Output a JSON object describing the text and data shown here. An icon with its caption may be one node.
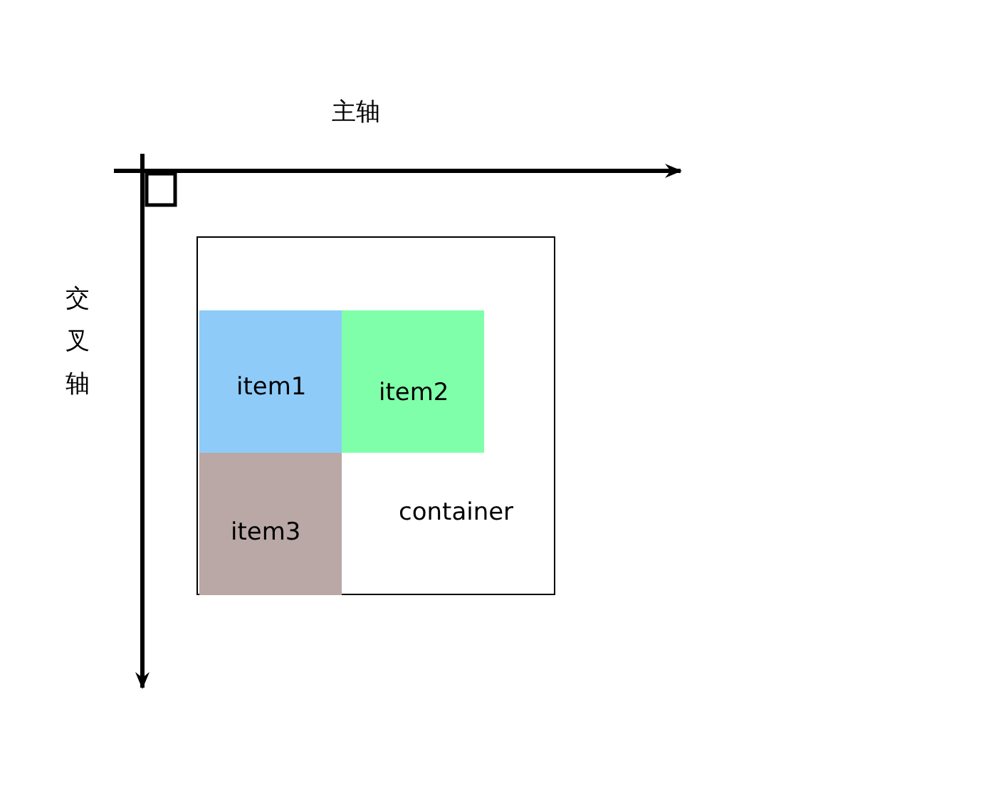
{
  "diagram": {
    "nodes": [
      {
        "text": [
          "container"
        ]
      },
      {
        "text": [
          "item1"
        ],
        "in": 0
      },
      {
        "text": [
          "item2"
        ],
        "in": 0
      },
      {
        "text": [
          "item3"
        ],
        "in": 0
      }
    ],
    "labels": [
      "主轴",
      "交叉轴"
    ]
  }
}
